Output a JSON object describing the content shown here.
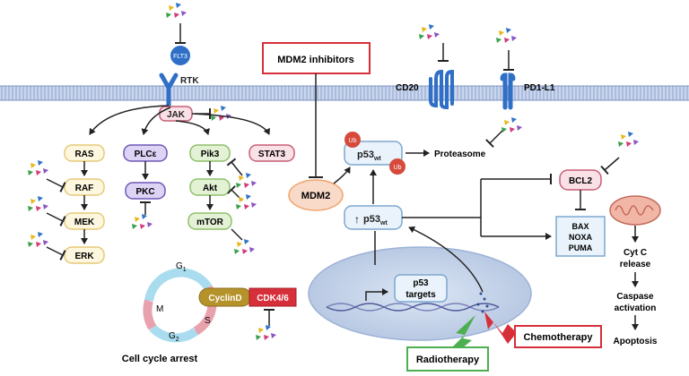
{
  "membrane": {
    "rtk_label": "RTK",
    "flt3_label": "FLT3",
    "cd20_label": "CD20",
    "pdl1_label": "PD1-L1"
  },
  "mdm2_inhibitors_label": "MDM2 inhibitors",
  "mdm2_label": "MDM2",
  "jak_label": "JAK",
  "pathway": {
    "ras": "RAS",
    "raf": "RAF",
    "mek": "MEK",
    "erk": "ERK",
    "plce": "PLCε",
    "pkc": "PKC",
    "pik3": "Pik3",
    "akt": "Akt",
    "mtor": "mTOR",
    "stat3": "STAT3"
  },
  "p53": {
    "base": "p53",
    "sub": "wt",
    "ub_label": "Ub",
    "targets_line1": "p53",
    "targets_line2": "targets"
  },
  "proteasome_label": "Proteasome",
  "apoptosis": {
    "bcl2": "BCL2",
    "bax": "BAX",
    "noxa": "NOXA",
    "puma": "PUMA",
    "cytc_line1": "Cyt C",
    "cytc_line2": "release",
    "caspase_line1": "Caspase",
    "caspase_line2": "activation",
    "apoptosis": "Apoptosis"
  },
  "cell_cycle": {
    "g1": "G",
    "g1_sub": "1",
    "s": "S",
    "g2": "G",
    "g2_sub": "2",
    "m": "M",
    "cyclin": "CyclinD",
    "cdk": "CDK4/6",
    "arrest": "Cell cycle arrest"
  },
  "treatments": {
    "chemotherapy": "Chemotherapy",
    "radiotherapy": "Radiotherapy"
  },
  "colors": {
    "red_box": "#d62f3a",
    "green_box": "#4caf50",
    "pathway_fill": "#fdf7df",
    "pathway_stroke": "#e6c979",
    "purple_fill": "#dcd3f5",
    "purple_stroke": "#6e58b8",
    "green_fill": "#e3f1d5",
    "green_stroke": "#8fbf6b",
    "pink_fill": "#f9e1e7",
    "blue_fill": "#eaf3fb",
    "blue_stroke": "#7da7cf"
  }
}
